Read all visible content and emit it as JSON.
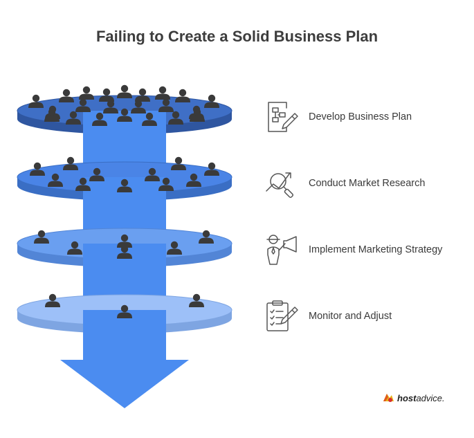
{
  "title": "Failing to Create a Solid Business Plan",
  "colors": {
    "disc_top": [
      "#3f6fc6",
      "#4a84e6",
      "#6a9ff0",
      "#9dc0f8"
    ],
    "disc_side": [
      "#2f56a0",
      "#3a6ec4",
      "#5285d6",
      "#7ea5e2"
    ],
    "column": "#4b8cf0",
    "arrow": "#4b8cf0",
    "person": "#3a3a3a"
  },
  "people_per_disc": [
    22,
    11,
    6,
    3
  ],
  "steps": [
    {
      "label": "Develop Business Plan",
      "icon": "flowchart-pencil-icon"
    },
    {
      "label": "Conduct Market Research",
      "icon": "trend-magnifier-icon"
    },
    {
      "label": "Implement Marketing Strategy",
      "icon": "person-megaphone-icon"
    },
    {
      "label": "Monitor and Adjust",
      "icon": "clipboard-checklist-icon"
    }
  ],
  "brand": {
    "bold": "host",
    "regular": "advice."
  }
}
